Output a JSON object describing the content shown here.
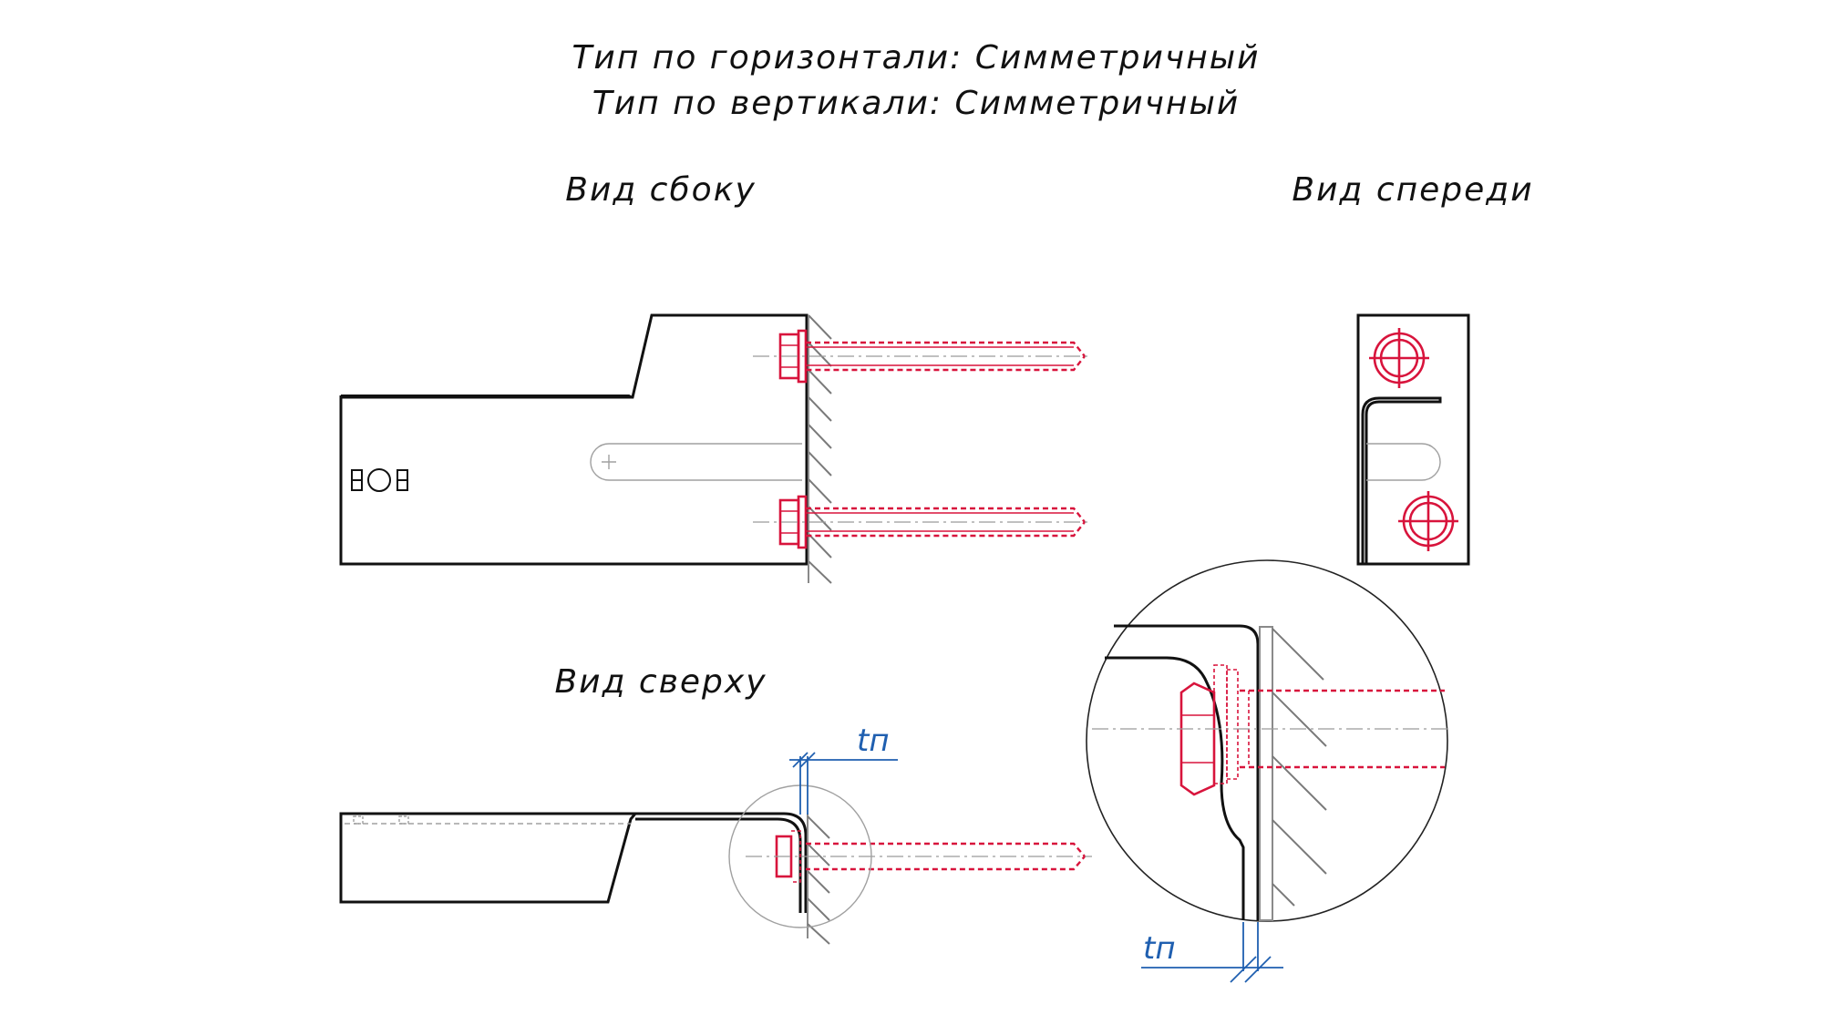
{
  "header": {
    "line1": "Тип по горизонтали: Симметричный",
    "line2": "Тип по вертикали: Симметричный"
  },
  "views": {
    "side_label": "Вид сбоку",
    "front_label": "Вид спереди",
    "top_label": "Вид сверху"
  },
  "dimensions": {
    "thickness_label_top": "tп",
    "thickness_label_detail": "tп"
  },
  "colors": {
    "outline": "#111111",
    "fastener": "#d8143c",
    "dimension": "#1f5fb0",
    "wall_hatch": "#7a7a7a"
  }
}
